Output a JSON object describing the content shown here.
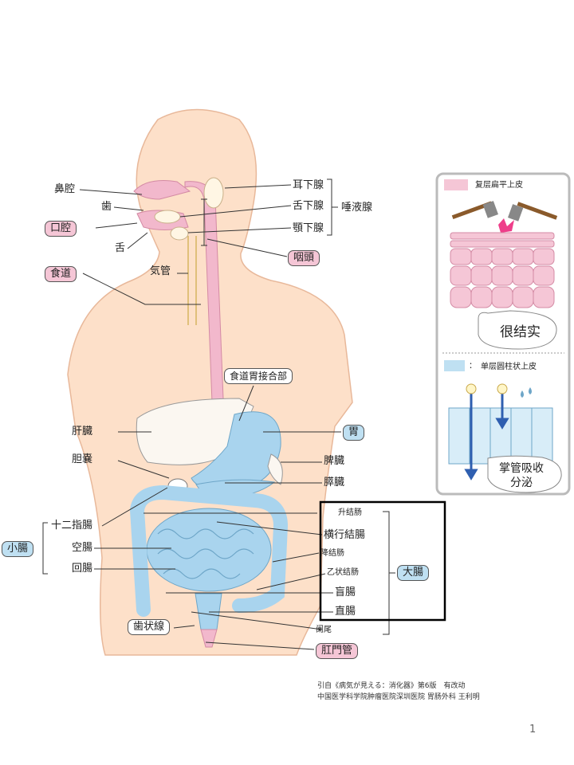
{
  "labels": {
    "nasal_cavity": "鼻腔",
    "teeth": "歯",
    "oral_cavity": "口腔",
    "tongue": "舌",
    "esophagus": "食道",
    "trachea": "気管",
    "parotid": "耳下腺",
    "sublingual": "舌下腺",
    "submandibular": "顎下腺",
    "salivary": "唾液腺",
    "pharynx": "咽頭",
    "ege_junction": "食道胃接合部",
    "liver": "肝臓",
    "gallbladder": "胆嚢",
    "stomach": "胃",
    "spleen": "脾臓",
    "pancreas": "膵臓",
    "duodenum": "十二指腸",
    "small_intestine": "小腸",
    "jejunum": "空腸",
    "ileum": "回腸",
    "ascending_colon": "升结肠",
    "transverse_colon": "横行結腸",
    "descending_colon": "降结肠",
    "sigmoid_colon": "乙状结肠",
    "cecum": "盲腸",
    "rectum": "直腸",
    "appendix": "阑尾",
    "large_intestine": "大腸",
    "dentate_line": "歯状線",
    "anal_canal": "肛門管"
  },
  "inset": {
    "squamous_legend": "复层扁平上皮",
    "strong_text": "很结实",
    "columnar_legend": "单层圆柱状上皮",
    "columnar_colon": "：",
    "function_line1": "掌管吸收",
    "function_line2": "分泌"
  },
  "citation": {
    "line1": "引自《病気が見える：消化器》第6版　有改动",
    "line2": "中国医学科学院肿瘤医院深圳医院  胃肠外科  王利明"
  },
  "page_number": "1",
  "colors": {
    "skin": "#fde0c9",
    "skin_outline": "#e8b89a",
    "pink_tract": "#f2b8cc",
    "blue_gut": "#a9d4ee",
    "pill_pink": "#f5c6d6",
    "pill_blue": "#bfe0f2"
  }
}
